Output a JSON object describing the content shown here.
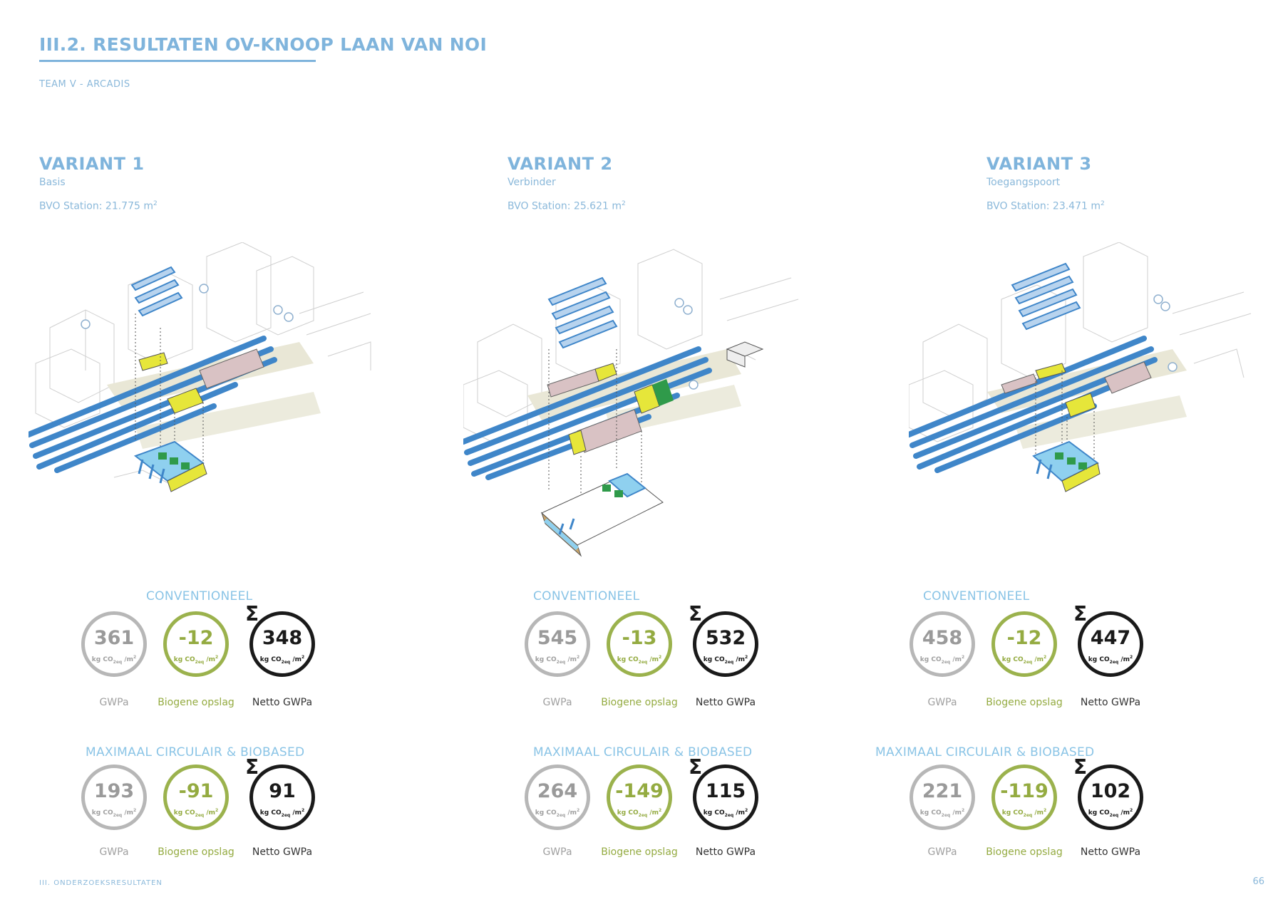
{
  "header": {
    "title": "III.2. RESULTATEN OV-KNOOP LAAN VAN NOI",
    "team": "TEAM V - ARCADIS"
  },
  "labels": {
    "conventioneel": "CONVENTIONEEL",
    "maximaal": "MAXIMAAL CIRCULAIR & BIOBASED",
    "gwpa": "GWPa",
    "biogene": "Biogene opslag",
    "netto": "Netto GWPa",
    "unit_kg": "kg CO",
    "unit_sub": "2",
    "unit_eq": "eq",
    "unit_m": "/m",
    "unit_sup": "2",
    "sigma": "Σ",
    "bvo_unit_sup": "2"
  },
  "variants": [
    {
      "title": "VARIANT 1",
      "subtitle": "Basis",
      "bvo": "BVO Station: 21.775 m",
      "conventioneel": {
        "gwpa": "361",
        "biogene": "-12",
        "netto": "348"
      },
      "maximaal": {
        "gwpa": "193",
        "biogene": "-91",
        "netto": "91"
      }
    },
    {
      "title": "VARIANT 2",
      "subtitle": "Verbinder",
      "bvo": "BVO Station: 25.621 m",
      "conventioneel": {
        "gwpa": "545",
        "biogene": "-13",
        "netto": "532"
      },
      "maximaal": {
        "gwpa": "264",
        "biogene": "-149",
        "netto": "115"
      }
    },
    {
      "title": "VARIANT 3",
      "subtitle": "Toegangspoort",
      "bvo": "BVO Station: 23.471 m",
      "conventioneel": {
        "gwpa": "458",
        "biogene": "-12",
        "netto": "447"
      },
      "maximaal": {
        "gwpa": "221",
        "biogene": "-119",
        "netto": "102"
      }
    }
  ],
  "footer": {
    "section": "III. ONDERZOEKSRESULTATEN",
    "page": "66"
  },
  "colors": {
    "accent_blue": "#7fb4dc",
    "gwpa_grey": "#b7b7b7",
    "biogene_green": "#9bb24d",
    "netto_black": "#1a1a1a",
    "track_blue": "#3f86c9",
    "highlight_yellow": "#e6e63a"
  }
}
